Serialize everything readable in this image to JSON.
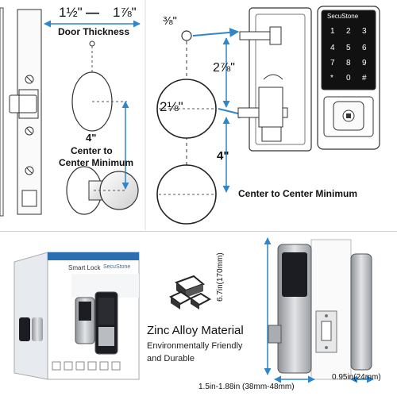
{
  "top_left": {
    "door_thickness_min": "1½\"",
    "dash": "—",
    "door_thickness_max": "1⅞\"",
    "door_thickness_label": "Door Thickness",
    "spacing_value": "4\"",
    "spacing_label_line1": "Center to",
    "spacing_label_line2": "Center Minimum"
  },
  "top_right": {
    "backset": "⅜\"",
    "bolt_offset": "2⅞\"",
    "hole_diameter": "2⅛\"",
    "spacing_value": "4\"",
    "spacing_label": "Center to Center Minimum",
    "brand": "SecuStone",
    "keypad_keys": [
      "1",
      "2",
      "3",
      "4",
      "5",
      "6",
      "7",
      "8",
      "9",
      "*",
      "0",
      "#"
    ]
  },
  "bottom": {
    "box_label": "Smart Lock",
    "box_brand": "SecuStone",
    "material_title": "Zinc Alloy Material",
    "material_line1": "Environmentally Friendly",
    "material_line2": "and Durable",
    "height_dim": "6.7in(170mm)",
    "width_dim": "1.5in-1.88in (38mm-48mm)",
    "depth_dim": "0.95in(24mm)"
  },
  "colors": {
    "accent_blue": "#2f86c8",
    "lock_silver": "#b9bdc2",
    "keypad_black": "#1b1d22",
    "panel_gray": "#ededed"
  }
}
